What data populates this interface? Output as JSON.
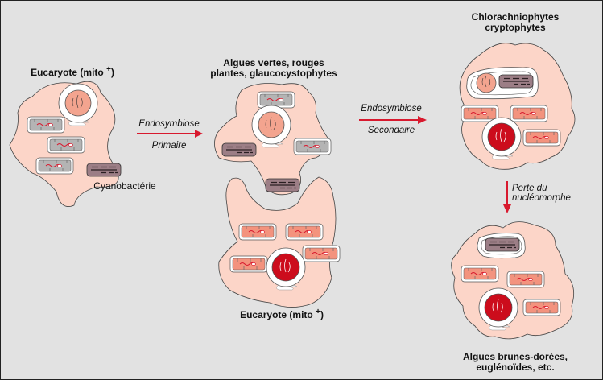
{
  "title": "Endosymbioses primaire et secondaire",
  "labels": {
    "eucaryote_top": "Eucaryote (mito ",
    "eucaryote_bottom": "Eucaryote (mito ",
    "mito_sup": "+",
    "eucaryote_close": ")",
    "cyanobacterie": "Cyanobactérie",
    "algues_vertes_line1": "Algues vertes, rouges",
    "algues_vertes_line2": "plantes, glaucocystophytes",
    "chlorarachnio_line1": "Chlorachniophytes",
    "chlorarachnio_line2": "cryptophytes",
    "algues_brunes_line1": "Algues brunes-dorées,",
    "algues_brunes_line2": "euglénoïdes, etc."
  },
  "arrows": {
    "primary_top": "Endosymbiose",
    "primary_bottom": "Primaire",
    "secondary_top": "Endosymbiose",
    "secondary_bottom": "Secondaire",
    "loss_line1": "Perte du",
    "loss_line2": "nucléomorphe"
  },
  "colors": {
    "background": "#e2e2e2",
    "cell": "#fcd5c8",
    "arrow": "#d8192e",
    "mito_gray": "#b4b4b4",
    "mito_pink": "#f3937e",
    "cyano": "#9c7e86",
    "nucleus_pale": "#f3a48f",
    "nucleus_red": "#cc0c1c"
  }
}
